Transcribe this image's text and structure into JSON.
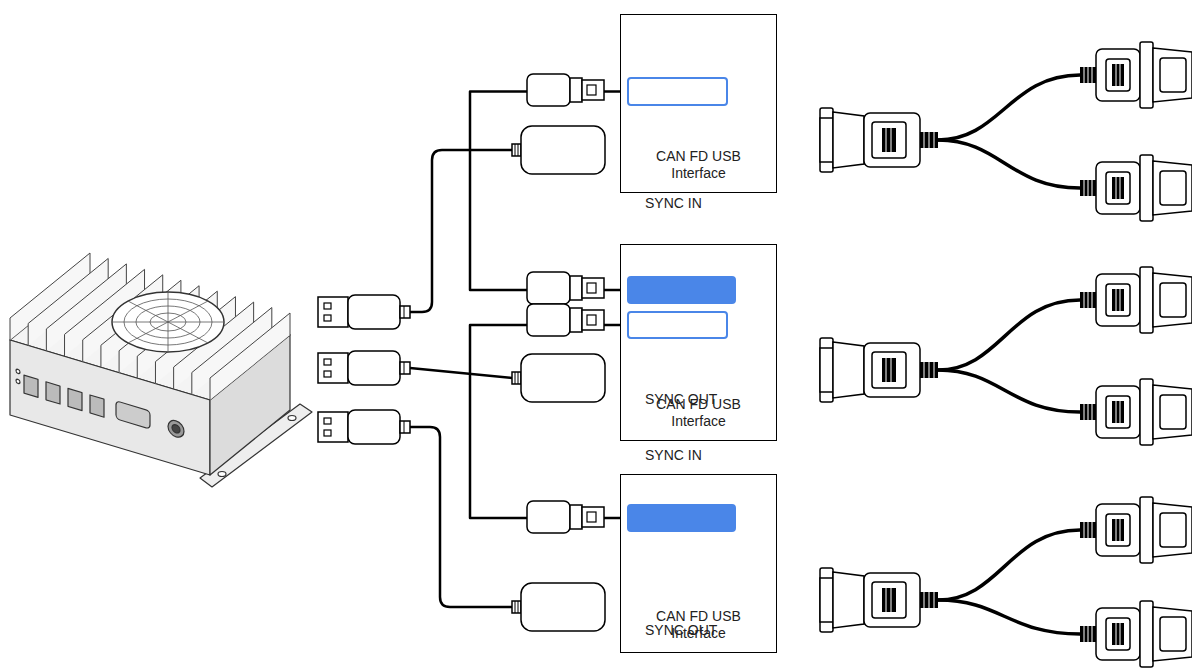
{
  "diagram": {
    "nodes": [
      {
        "text": [
          "CAN FD USB Interface"
        ]
      },
      {
        "text": [
          "SYNC IN"
        ],
        "in": 0
      },
      {
        "text": [
          "CAN FD USB Interface"
        ]
      },
      {
        "text": [
          "SYNC OUT"
        ],
        "in": 2
      },
      {
        "text": [
          "SYNC IN"
        ],
        "in": 2
      },
      {
        "text": [
          "CAN FD USB Interface"
        ]
      },
      {
        "text": [
          "SYNC OUT"
        ],
        "in": 5
      }
    ],
    "edges": [
      {
        "from": 3,
        "to": 1,
        "arrow": "none"
      },
      {
        "from": 6,
        "to": 4,
        "arrow": "none"
      }
    ]
  }
}
